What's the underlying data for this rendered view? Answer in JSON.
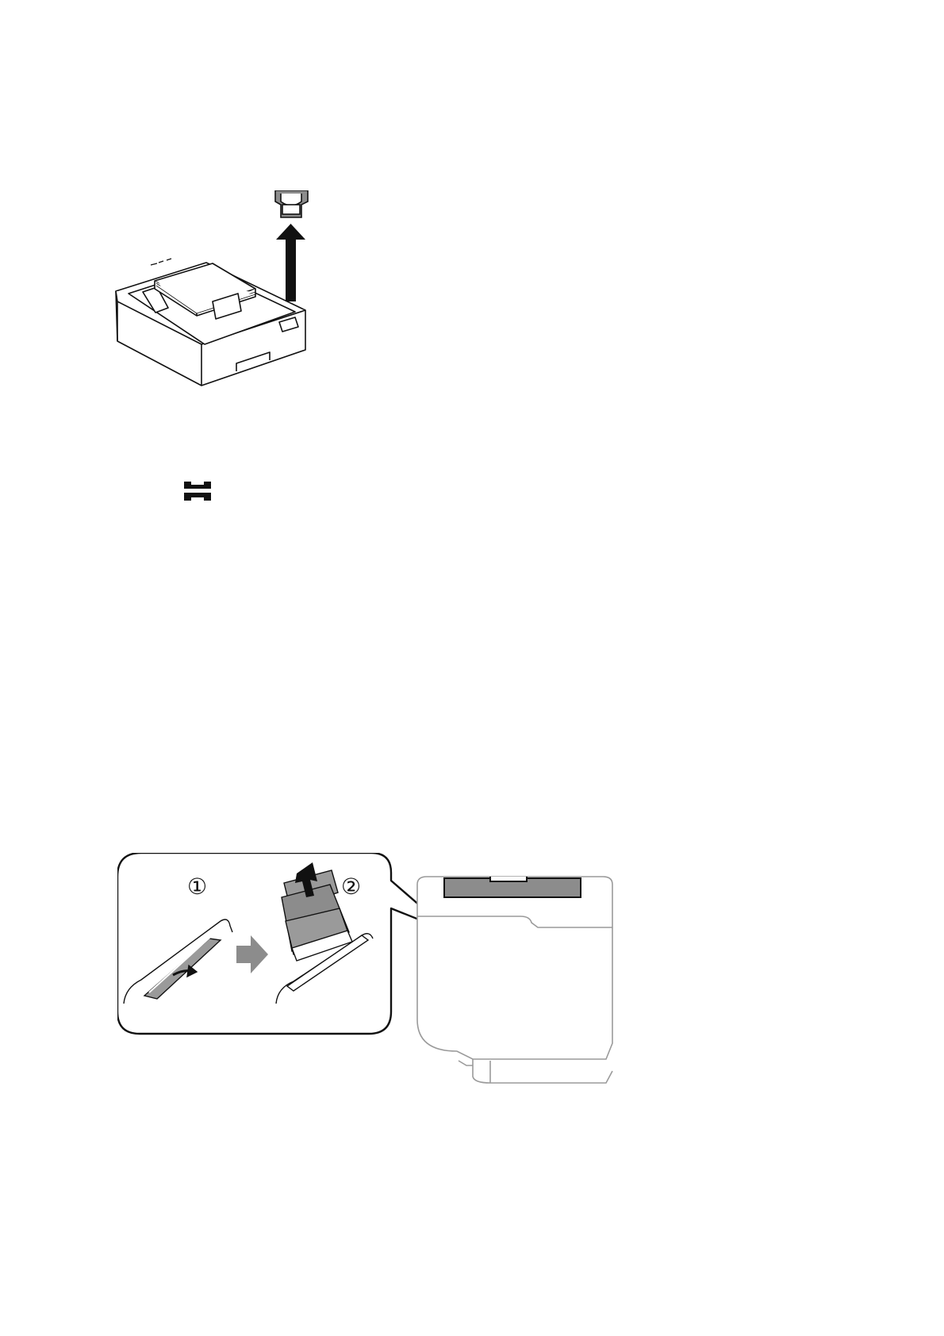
{
  "page": {
    "background": "#ffffff",
    "ink_color": "#111111",
    "highlight_color": "#8c8c8c"
  },
  "figures": {
    "tray_removal": {
      "icons": [
        "paper-cassette",
        "cassette-tab",
        "up-arrow-icon"
      ]
    },
    "tray_symbol": {
      "icon": "paper-tray-icon"
    },
    "rear_feed": {
      "icons": [
        "callout",
        "edge-guide",
        "right-arrow-icon",
        "paper-support",
        "printer-rear"
      ],
      "step_1": "①",
      "step_2": "②"
    }
  }
}
